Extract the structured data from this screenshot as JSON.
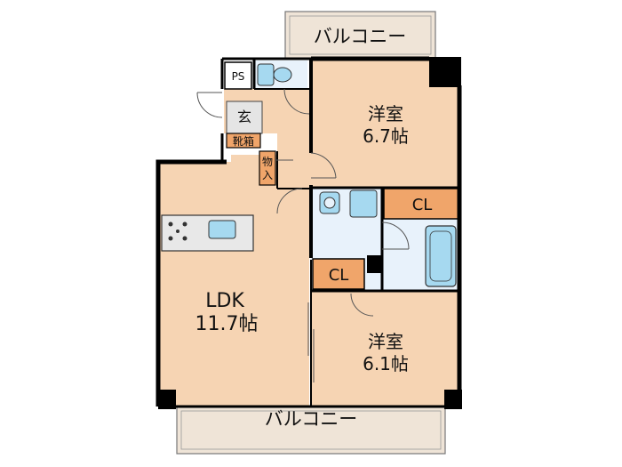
{
  "floorplan": {
    "balcony_top": "バルコニー",
    "balcony_bottom": "バルコニー",
    "ps": "PS",
    "entrance": "玄",
    "shoe_cabinet": "靴箱",
    "storage": [
      "物",
      "入"
    ],
    "closet_upper": "CL",
    "closet_lower": "CL",
    "ldk": {
      "name": "LDK",
      "size": "11.7帖"
    },
    "bedroom_upper": {
      "name": "洋室",
      "size": "6.7帖"
    },
    "bedroom_lower": {
      "name": "洋室",
      "size": "6.1帖"
    },
    "colors": {
      "room": "#f6d4b3",
      "closet": "#f0a56a",
      "wet_area": "#e8f2fb",
      "fixture": "#a6d9f0",
      "balcony": "#efe4d7",
      "wall": "#000000",
      "outline": "#666666"
    }
  }
}
